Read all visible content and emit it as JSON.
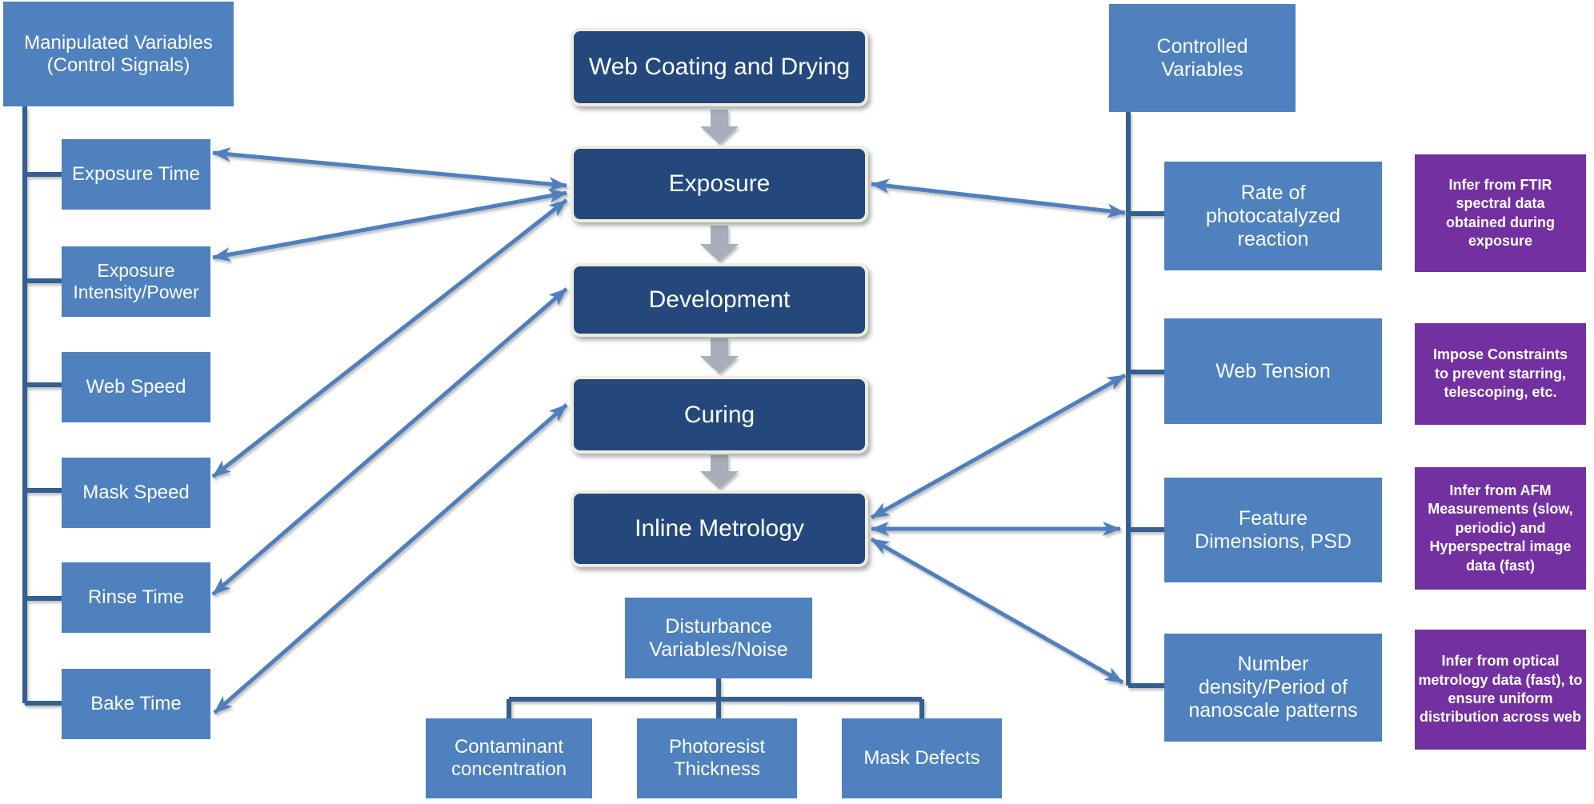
{
  "left_panel": {
    "header": "Manipulated Variables (Control Signals)",
    "items": [
      {
        "label": "Exposure Time"
      },
      {
        "label": "Exposure Intensity/Power"
      },
      {
        "label": "Web Speed"
      },
      {
        "label": "Mask Speed"
      },
      {
        "label": "Rinse Time"
      },
      {
        "label": "Bake Time"
      }
    ]
  },
  "process_chain": {
    "steps": [
      {
        "label": "Web Coating and Drying"
      },
      {
        "label": "Exposure"
      },
      {
        "label": "Development"
      },
      {
        "label": "Curing"
      },
      {
        "label": "Inline Metrology"
      }
    ]
  },
  "disturbance": {
    "header": "Disturbance Variables/Noise",
    "items": [
      {
        "label": "Contaminant concentration"
      },
      {
        "label": "Photoresist Thickness"
      },
      {
        "label": "Mask Defects"
      }
    ]
  },
  "right_panel": {
    "header": "Controlled Variables",
    "items": [
      {
        "label": "Rate of photocatalyzed reaction",
        "note": "Infer from FTIR spectral data obtained during exposure"
      },
      {
        "label": "Web Tension",
        "note": "Impose Constraints to prevent starring, telescoping, etc."
      },
      {
        "label": "Feature Dimensions, PSD",
        "note": "Infer from AFM Measurements (slow, periodic) and Hyperspectral image data (fast)"
      },
      {
        "label": "Number density/Period of nanoscale patterns",
        "note": "Infer from optical metrology data (fast), to ensure uniform distribution across web"
      }
    ]
  },
  "colors": {
    "light_blue_box": "#4e81bd",
    "dark_navy_box": "#24487b",
    "navy_box_border": "#efece0",
    "purple_box": "#7330a0",
    "connector_line": "#365f91",
    "arrow_blue": "#4f80bd",
    "gray_flow_arrow": "#a8aebc"
  }
}
